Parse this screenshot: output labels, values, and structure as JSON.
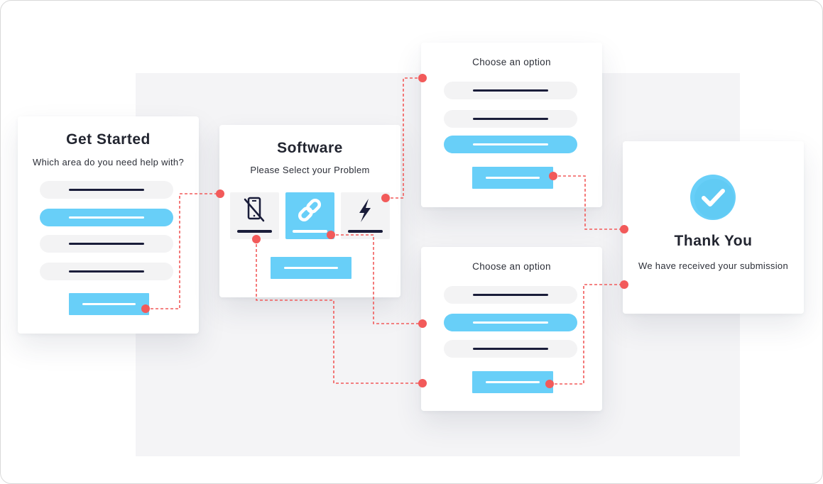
{
  "colors": {
    "accent": "#68cff8",
    "dark_line": "#1a1d3a",
    "inactive": "#f3f3f4",
    "connector": "#f25a5a"
  },
  "card_get_started": {
    "title": "Get Started",
    "subtitle": "Which area do you need help with?",
    "selected_option": 2
  },
  "card_software": {
    "title": "Software",
    "subtitle": "Please Select your Problem",
    "tiles": [
      {
        "icon": "no-phone-icon",
        "selected": false
      },
      {
        "icon": "link-icon",
        "selected": true
      },
      {
        "icon": "lightning-icon",
        "selected": false
      }
    ]
  },
  "card_option_top": {
    "title": "Choose an option",
    "selected_option": 3
  },
  "card_option_bottom": {
    "title": "Choose an option",
    "selected_option": 2
  },
  "card_thank_you": {
    "icon": "check-circle-icon",
    "title": "Thank You",
    "subtitle": "We have received your submission"
  }
}
